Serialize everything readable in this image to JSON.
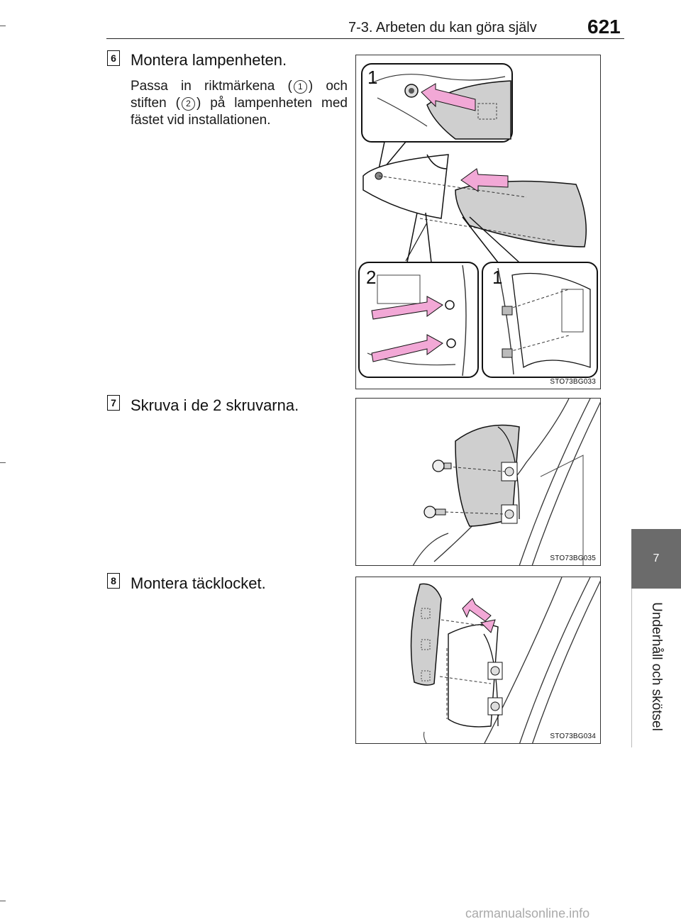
{
  "header": {
    "section": "7-3. Arbeten du kan göra själv",
    "page_number": "621"
  },
  "side_tab": {
    "chapter_number": "7",
    "chapter_label": "Underhåll och skötsel"
  },
  "steps": [
    {
      "number": "6",
      "title": "Montera lampenheten.",
      "body_part1": "Passa in riktmärkena (",
      "mark1": "1",
      "body_part2": ") och stiften (",
      "mark2": "2",
      "body_part3": ") på lampenheten med fästet vid installationen.",
      "figure_code": "STO73BG033",
      "callout_labels": [
        "1",
        "2",
        "1"
      ]
    },
    {
      "number": "7",
      "title": "Skruva i de 2 skruvarna.",
      "figure_code": "STO73BG035"
    },
    {
      "number": "8",
      "title": "Montera täcklocket.",
      "figure_code": "STO73BG034"
    }
  ],
  "colors": {
    "arrow_pink": "#f2a8d6",
    "tab_gray": "#6b6b6b",
    "lamp_gray": "#cfcfcf"
  },
  "watermark": "carmanualsonline.info"
}
